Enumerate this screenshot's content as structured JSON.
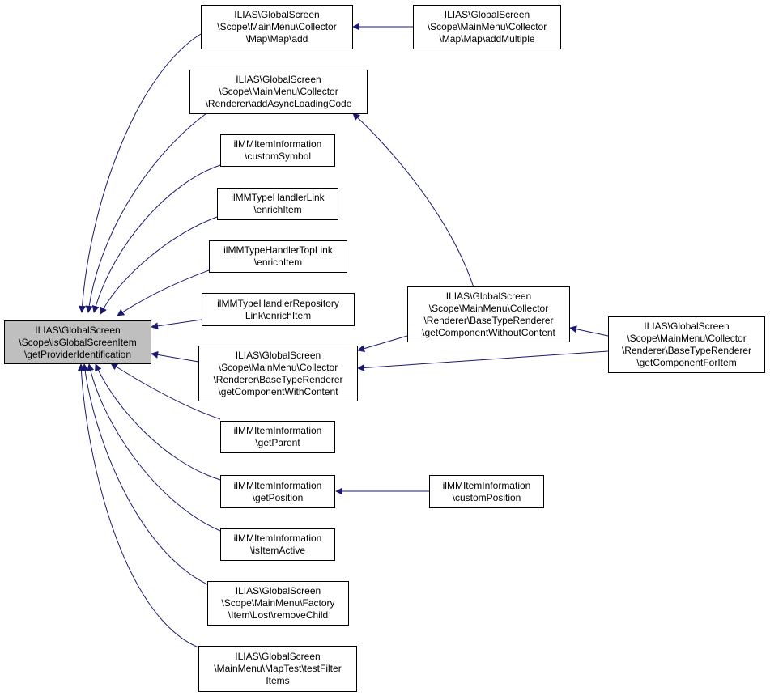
{
  "colors": {
    "edge": "#191970",
    "root_fill": "#bfbfbf",
    "node_fill": "#ffffff",
    "border": "#000000"
  },
  "nodes": {
    "root": [
      "ILIAS\\GlobalScreen",
      "\\Scope\\isGlobalScreenItem",
      "\\getProviderIdentification"
    ],
    "map_add": [
      "ILIAS\\GlobalScreen",
      "\\Scope\\MainMenu\\Collector",
      "\\Map\\Map\\add"
    ],
    "map_add_multiple": [
      "ILIAS\\GlobalScreen",
      "\\Scope\\MainMenu\\Collector",
      "\\Map\\Map\\addMultiple"
    ],
    "add_async": [
      "ILIAS\\GlobalScreen",
      "\\Scope\\MainMenu\\Collector",
      "\\Renderer\\addAsyncLoadingCode"
    ],
    "custom_symbol": [
      "ilMMItemInformation",
      "\\customSymbol"
    ],
    "link_enrich": [
      "ilMMTypeHandlerLink",
      "\\enrichItem"
    ],
    "toplink_enrich": [
      "ilMMTypeHandlerTopLink",
      "\\enrichItem"
    ],
    "repo_enrich": [
      "ilMMTypeHandlerRepository",
      "Link\\enrichItem"
    ],
    "without_content": [
      "ILIAS\\GlobalScreen",
      "\\Scope\\MainMenu\\Collector",
      "\\Renderer\\BaseTypeRenderer",
      "\\getComponentWithoutContent"
    ],
    "with_content": [
      "ILIAS\\GlobalScreen",
      "\\Scope\\MainMenu\\Collector",
      "\\Renderer\\BaseTypeRenderer",
      "\\getComponentWithContent"
    ],
    "for_item": [
      "ILIAS\\GlobalScreen",
      "\\Scope\\MainMenu\\Collector",
      "\\Renderer\\BaseTypeRenderer",
      "\\getComponentForItem"
    ],
    "get_parent": [
      "ilMMItemInformation",
      "\\getParent"
    ],
    "get_position": [
      "ilMMItemInformation",
      "\\getPosition"
    ],
    "custom_position": [
      "ilMMItemInformation",
      "\\customPosition"
    ],
    "is_active": [
      "ilMMItemInformation",
      "\\isItemActive"
    ],
    "remove_child": [
      "ILIAS\\GlobalScreen",
      "\\Scope\\MainMenu\\Factory",
      "\\Item\\Lost\\removeChild"
    ],
    "test_filter": [
      "ILIAS\\GlobalScreen",
      "\\MainMenu\\MapTest\\testFilter",
      "Items"
    ]
  }
}
